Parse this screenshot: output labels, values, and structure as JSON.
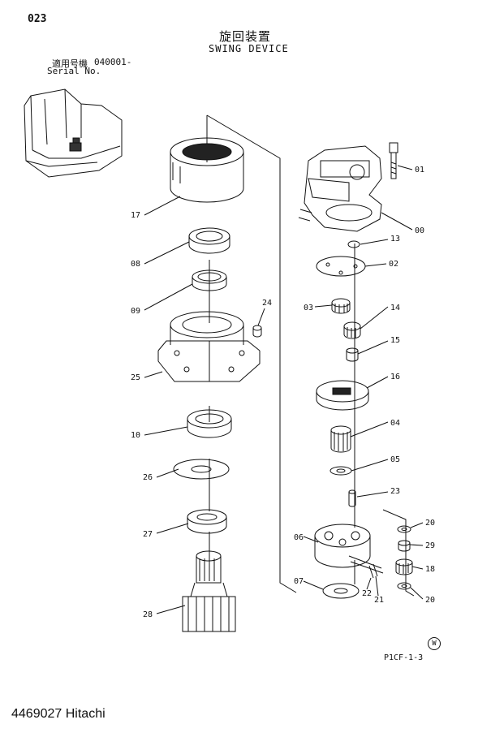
{
  "header": {
    "page_no": "023",
    "title_jp": "旋回装置",
    "title_en": "SWING DEVICE",
    "serial_label_jp": "適用号機",
    "serial_value": "040001-",
    "serial_label_en": "Serial No."
  },
  "callouts": [
    "17",
    "08",
    "09",
    "24",
    "25",
    "10",
    "26",
    "27",
    "28",
    "01",
    "00",
    "13",
    "02",
    "03",
    "14",
    "15",
    "16",
    "04",
    "05",
    "23",
    "06",
    "20",
    "29",
    "18",
    "07",
    "22",
    "21",
    "20"
  ],
  "figure_code": "P1CF-1-3",
  "w_mark": "W",
  "footer": "4469027 Hitachi"
}
